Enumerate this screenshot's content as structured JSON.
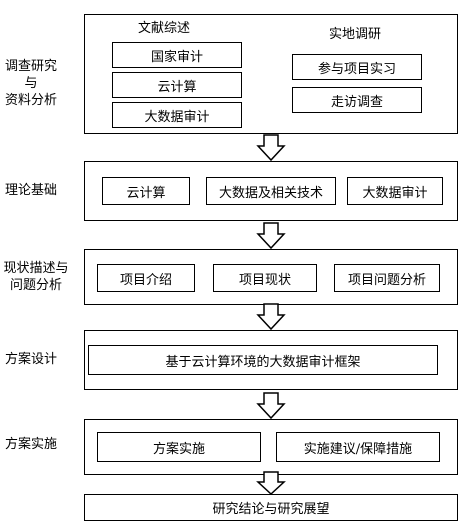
{
  "stages": {
    "research": {
      "label_lines": [
        "调查研究",
        "与",
        "资料分析"
      ],
      "literature": {
        "title": "文献综述",
        "items": [
          "国家审计",
          "云计算",
          "大数据审计"
        ]
      },
      "field": {
        "title": "实地调研",
        "items": [
          "参与项目实习",
          "走访调查"
        ]
      }
    },
    "theory": {
      "label_lines": [
        "理论基础"
      ],
      "items": [
        "云计算",
        "大数据及相关技术",
        "大数据审计"
      ]
    },
    "status": {
      "label_lines": [
        "现状描述与",
        "问题分析"
      ],
      "items": [
        "项目介绍",
        "项目现状",
        "项目问题分析"
      ]
    },
    "design": {
      "label_lines": [
        "方案设计"
      ],
      "items": [
        "基于云计算环境的大数据审计框架"
      ]
    },
    "implementation": {
      "label_lines": [
        "方案实施"
      ],
      "items": [
        "方案实施",
        "实施建议/保障措施"
      ]
    },
    "conclusion": {
      "label": "研究结论与研究展望"
    }
  }
}
